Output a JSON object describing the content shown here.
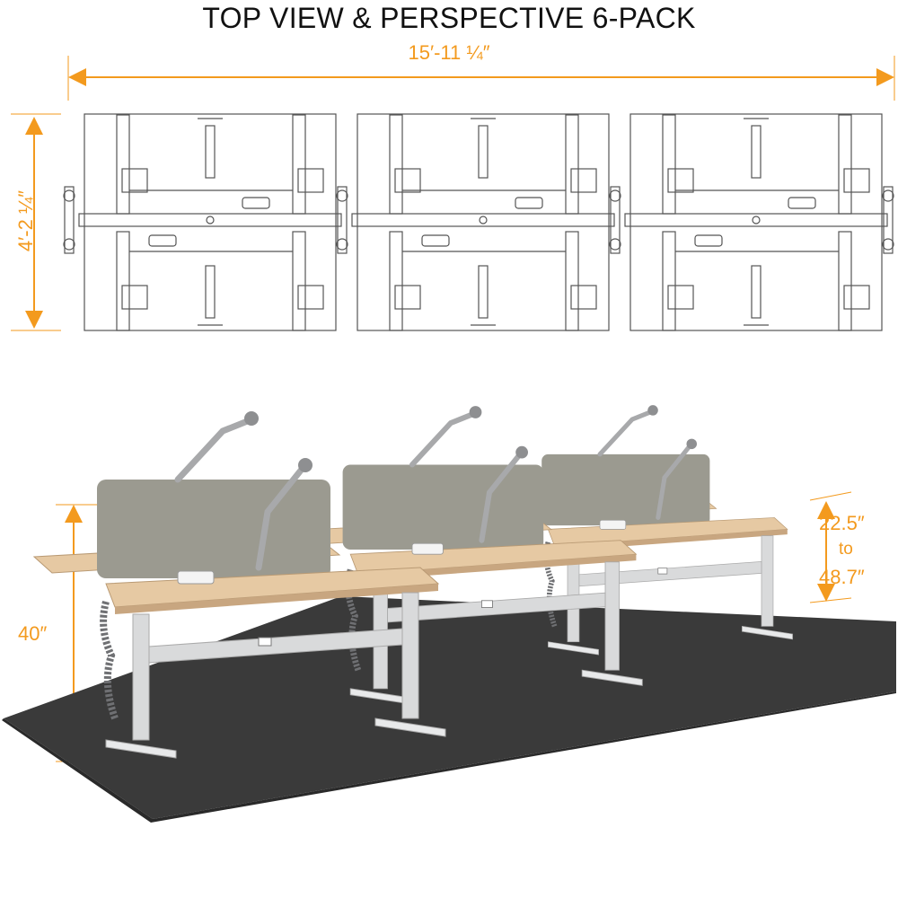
{
  "title": "TOP VIEW & PERSPECTIVE 6-PACK",
  "dimensions": {
    "overall_width": "15′-11 ¼″",
    "overall_depth": "4′-2 ¼″",
    "desk_height": "40″",
    "range_low": "22.5″",
    "range_connector": "to",
    "range_high": "48.7″"
  },
  "colors": {
    "dimension": "#f39a1e",
    "line_art": "#555555",
    "desktop": "#e6c9a3",
    "panel": "#9b9a90",
    "frame": "#d9dadb",
    "rug": "#3a3a3a"
  },
  "views": {
    "top_view_modules": 3,
    "perspective_desks": 6
  }
}
